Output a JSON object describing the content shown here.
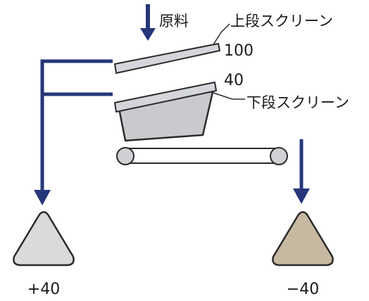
{
  "diagram": {
    "labels": {
      "feed": "原料",
      "upper_screen": "上段スクリーン",
      "upper_mesh": "100",
      "lower_mesh": "40",
      "lower_screen": "下段スクリーン",
      "oversize_product": "+40",
      "undersize_product": "−40"
    },
    "colors": {
      "arrow": "#26367a",
      "screen_fill": "#d4d6db",
      "hopper_fill": "#c9cacd",
      "pile_oversize": "#dcdad9",
      "pile_undersize": "#c7b9a1",
      "outline": "#2b2b2b"
    }
  }
}
